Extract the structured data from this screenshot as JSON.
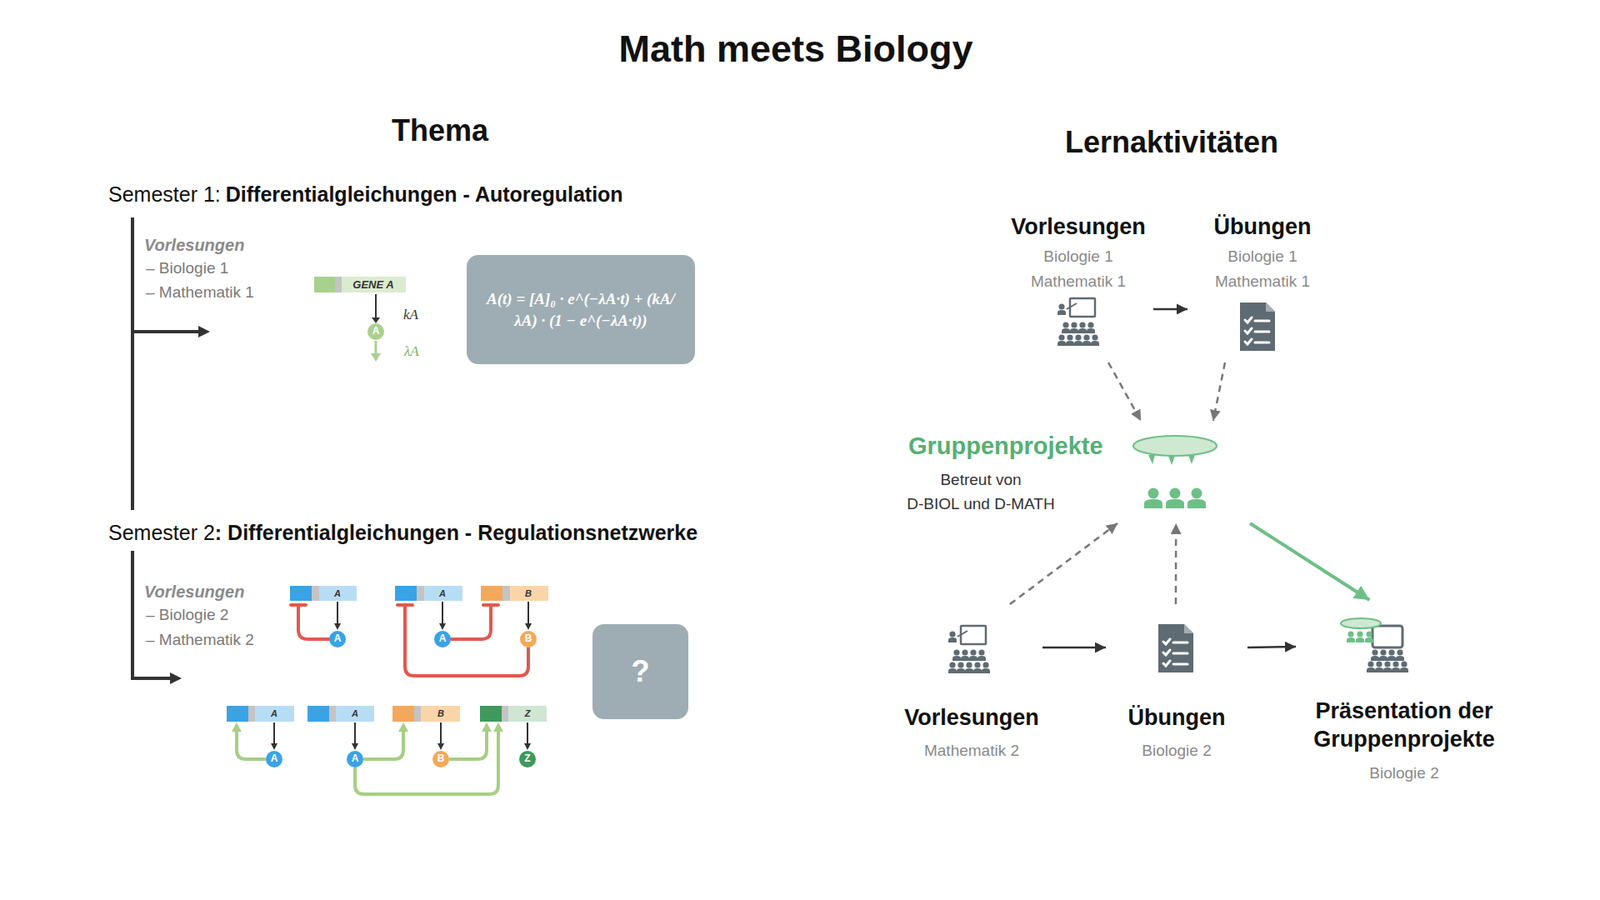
{
  "diagram": {
    "title": "Math meets Biology",
    "nodes": [
      {
        "text": [
          "A(t) = [A]₀ · e^(−λA·t) + (kA/λA) · (1 − e^(−λA·t))"
        ]
      },
      {
        "text": [
          "?"
        ]
      },
      {
        "text": [
          "Vorlesungen",
          "Biologie 1",
          "Mathematik 1"
        ]
      },
      {
        "text": [
          "Übungen",
          "Biologie 1",
          "Mathematik 1"
        ]
      },
      {
        "text": [
          "Gruppenprojekte",
          "Betreut von",
          "D-BIOL und D-MATH"
        ]
      },
      {
        "text": [
          "Vorlesungen",
          "Mathematik 2"
        ]
      },
      {
        "text": [
          "Übungen",
          "Biologie 2"
        ]
      },
      {
        "text": [
          "Präsentation der Gruppenprojekte",
          "Biologie 2"
        ]
      }
    ],
    "edges": [
      {
        "from": 2,
        "to": 3,
        "arrow": "to"
      },
      {
        "from": 2,
        "to": 4,
        "arrow": "to"
      },
      {
        "from": 3,
        "to": 4,
        "arrow": "to"
      },
      {
        "from": 5,
        "to": 4,
        "arrow": "to"
      },
      {
        "from": 6,
        "to": 4,
        "arrow": "to"
      },
      {
        "from": 5,
        "to": 6,
        "arrow": "to"
      },
      {
        "from": 6,
        "to": 7,
        "arrow": "to"
      },
      {
        "from": 4,
        "to": 7,
        "arrow": "to"
      }
    ],
    "labels": [
      "Thema",
      "Semester 1:",
      "Differentialgleichungen - Autoregulation",
      "Vorlesungen",
      "– Biologie 1",
      "– Mathematik 1",
      "GENE A",
      "kA",
      "A",
      "λA",
      "Semester 2",
      ": Differentialgleichungen - Regulationsnetzwerke",
      "Vorlesungen",
      "– Biologie 2",
      "– Mathematik 2",
      "A",
      "A",
      "B",
      "A",
      "A",
      "B",
      "A",
      "A",
      "B",
      "Z",
      "A",
      "A",
      "B",
      "Z",
      "Lernaktivitäten"
    ]
  }
}
